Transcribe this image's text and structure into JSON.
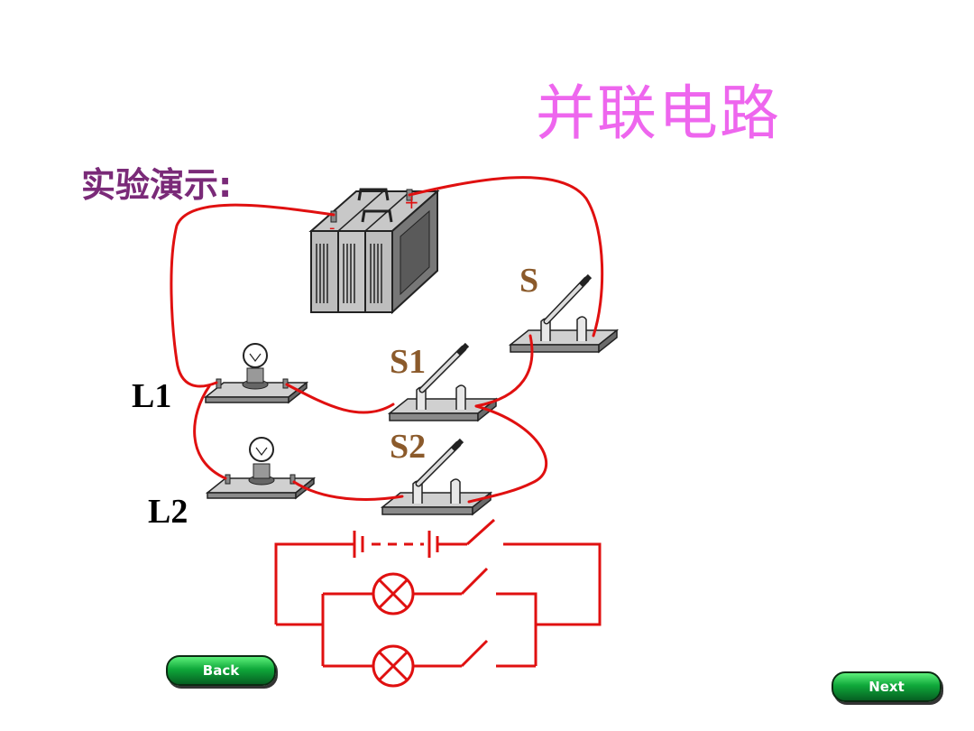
{
  "slide": {
    "title": "并联电路",
    "subtitle": "实验演示:"
  },
  "labels": {
    "s": "S",
    "s1": "S1",
    "s2": "S2",
    "l1": "L1",
    "l2": "L2"
  },
  "battery": {
    "minus_sign": "-",
    "plus_sign": "+"
  },
  "nav": {
    "back_label": "Back",
    "next_label": "Next"
  },
  "colors": {
    "title": "#ee66ee",
    "subtitle": "#7a2a78",
    "wire": "#e01010",
    "switch_label": "#8b5a2b",
    "button": "#0fa83a"
  }
}
